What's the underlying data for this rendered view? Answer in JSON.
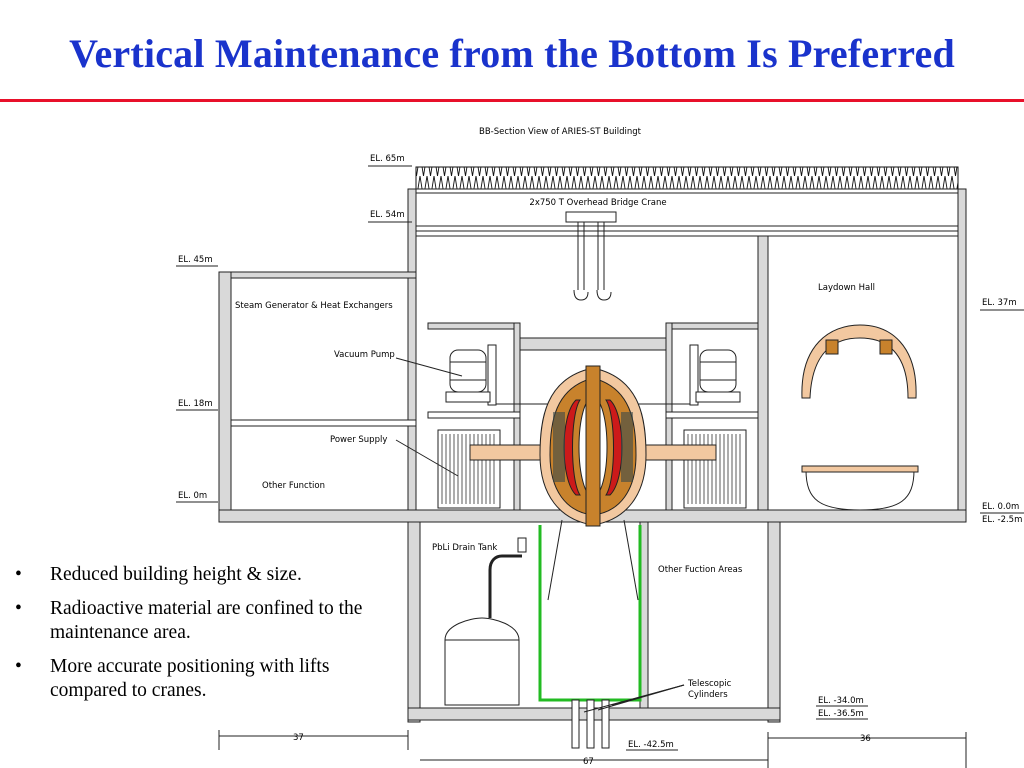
{
  "slide": {
    "title": "Vertical Maintenance from the Bottom Is Preferred",
    "bullets": [
      "Reduced building height & size.",
      "Radioactive material are confined to the maintenance area.",
      "More accurate positioning with lifts compared to cranes."
    ],
    "bullet_glyph": "•"
  },
  "drawing": {
    "caption": "BB-Section View of ARIES-ST Buildingt",
    "crane_label": "2x750 T Overhead Bridge Crane",
    "labels": {
      "steam": "Steam Generator & Heat Exchangers",
      "vacuum": "Vacuum Pump",
      "power": "Power Supply",
      "other": "Other Function",
      "laydown": "Laydown Hall",
      "pbli": "PbLi Drain Tank",
      "other_areas": "Other Fuction Areas",
      "telescopic_1": "Telescopic",
      "telescopic_2": "Cylinders"
    },
    "elevations": {
      "el65": "EL. 65m",
      "el54": "EL. 54m",
      "el45": "EL. 45m",
      "el18": "EL. 18m",
      "el0": "EL. 0m",
      "el37": "EL. 37m",
      "el00": "EL. 0.0m",
      "elm25": "EL. -2.5m",
      "elm34": "EL. -34.0m",
      "elm365": "EL. -36.5m",
      "elm425": "EL. -42.5m"
    },
    "dimensions": {
      "d37": "37",
      "d36": "36",
      "d67": "67"
    }
  },
  "colors": {
    "title": "#1a33cc",
    "rule": "#e8102a",
    "wall": "#d9d9d9",
    "vessel_orange": "#c8822c",
    "coil_red": "#cc1a1a",
    "shield_green": "#22bb22"
  }
}
